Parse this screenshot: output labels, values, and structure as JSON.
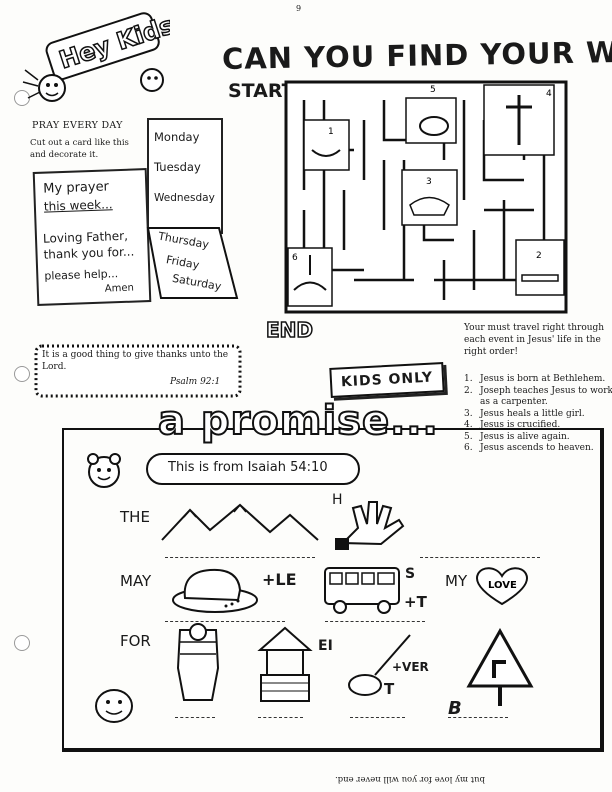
{
  "page_number": "9",
  "kids_logo": "Hey Kids!",
  "pray": {
    "title": "PRAY EVERY DAY",
    "instruction": "Cut out a card like this and decorate it.",
    "card_lines": [
      "My prayer",
      "this week...",
      "Loving Father,",
      "thank you for...",
      "please help...",
      "Amen"
    ],
    "days": [
      "Monday",
      "Tuesday",
      "Wednesday"
    ],
    "days_upside": [
      "Thursday",
      "Friday",
      "Saturday"
    ]
  },
  "psalm": {
    "text": "It is a good thing to give thanks unto the Lord.",
    "reference": "Psalm 92:1"
  },
  "maze": {
    "title": "CAN YOU FIND YOUR WAY?",
    "start": "START",
    "end": "END",
    "numbers": [
      "1",
      "2",
      "3",
      "4",
      "5",
      "6"
    ],
    "intro": "Your must travel right through each event in Jesus' life in the right order!",
    "steps": [
      {
        "n": "1.",
        "text": "Jesus is born at Bethlehem."
      },
      {
        "n": "2.",
        "text": "Joseph teaches Jesus to work as a carpenter."
      },
      {
        "n": "3.",
        "text": "Jesus heals a little girl."
      },
      {
        "n": "4.",
        "text": "Jesus is crucified."
      },
      {
        "n": "5.",
        "text": "Jesus is alive again."
      },
      {
        "n": "6.",
        "text": "Jesus ascends to heaven."
      }
    ]
  },
  "kids_only": "KIDS ONLY",
  "promise": {
    "title": "a promise...",
    "bubble": "This is from Isaiah 54:10",
    "rebus": {
      "the": "THE",
      "h": "H",
      "may": "MAY",
      "le": "+LE",
      "s": "S",
      "t": "+T",
      "my": "MY",
      "love": "LOVE",
      "for": "FOR",
      "ei": "EI",
      "ver": "+VER",
      "t2": "T",
      "b": "B"
    }
  },
  "footer_answer": "but my love for you will never end."
}
